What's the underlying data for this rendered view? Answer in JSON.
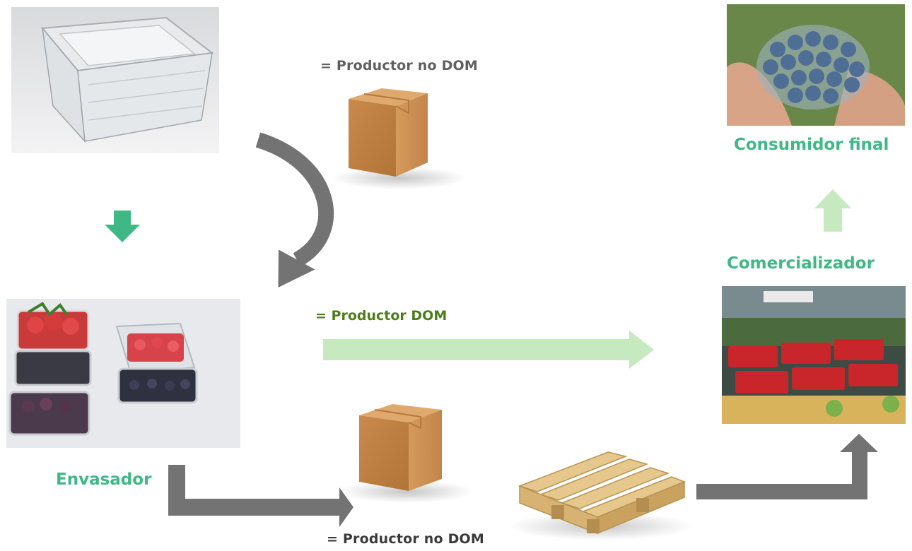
{
  "labels": {
    "productor_no_dom_top": "= Productor no DOM",
    "productor_dom": "= Productor DOM",
    "productor_no_dom_bottom": "= Productor no DOM",
    "envasador": "Envasador",
    "comercializador": "Comercializador",
    "consumidor_final": "Consumidor final"
  },
  "colors": {
    "dark_arrow": "#737373",
    "green_arrow_dark": "#3fb886",
    "green_arrow_light": "#c6e9bf",
    "label_green": "#3fb886",
    "label_olive": "#4c7d1a",
    "label_gray": "#5f5f5f"
  },
  "icons": {
    "clamshell": "empty-clamshell-container-image",
    "filled_packs": "filled-berry-clamshells-image",
    "box_top": "cardboard-box-image",
    "box_bottom": "cardboard-box-image",
    "pallet": "wooden-pallet-image",
    "store": "supermarket-display-image",
    "consumer": "hand-holding-blueberries-image"
  }
}
